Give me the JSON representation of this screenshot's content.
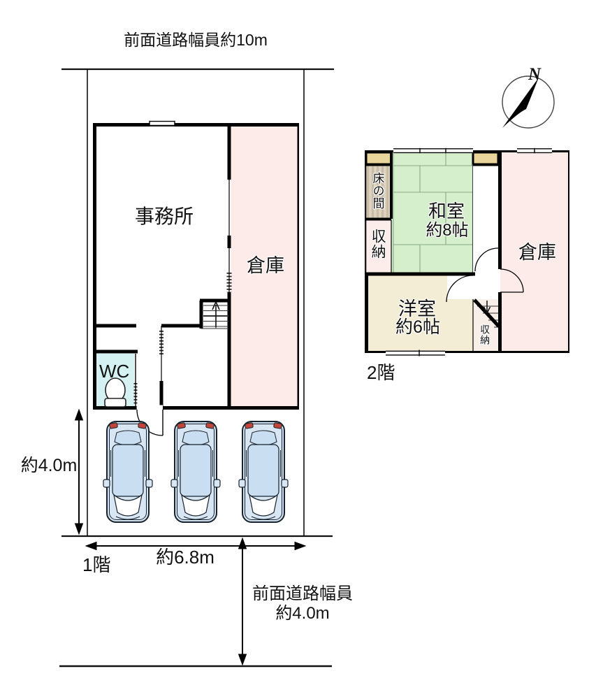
{
  "site": {
    "road_top_label": "前面道路幅員約10m",
    "dim_depth": "約4.0m",
    "dim_width": "約6.8m",
    "road_front_line1": "前面道路幅員",
    "road_front_line2": "約4.0m"
  },
  "floor1": {
    "name": "1階",
    "office": "事務所",
    "warehouse": "倉庫",
    "wc": "WC",
    "parking_cars": 3
  },
  "floor2": {
    "name": "2階",
    "tatami_room_line1": "和室",
    "tatami_room_line2": "約8帖",
    "western_room_line1": "洋室",
    "western_room_line2": "約6帖",
    "warehouse": "倉庫",
    "tokonoma": "床の間",
    "closet": "収納",
    "stair_closet": "収納"
  },
  "compass": {
    "north": "N"
  },
  "colors": {
    "warehouse_pink": "#fcebe8",
    "tatami_green": "#d5eecb",
    "western_beige": "#f3edd6",
    "wc_cyan": "#d5f1f1",
    "tokonoma_tan": "#e9d49b",
    "stair_closet_tint": "#f9efe9",
    "closet_pink": "#fcecea",
    "car_blue": "#d8e6f4",
    "car_roof_blue": "#cadef1",
    "tail_red": "#c2453a"
  }
}
